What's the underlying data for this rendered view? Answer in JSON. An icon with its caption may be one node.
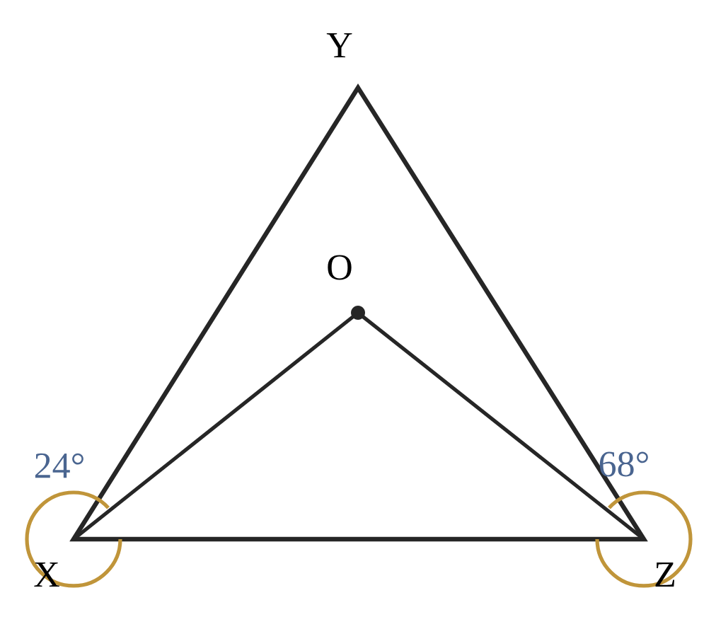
{
  "diagram": {
    "labels": [
      "Y",
      "O",
      "24°",
      "68°",
      "X",
      "Z"
    ]
  }
}
